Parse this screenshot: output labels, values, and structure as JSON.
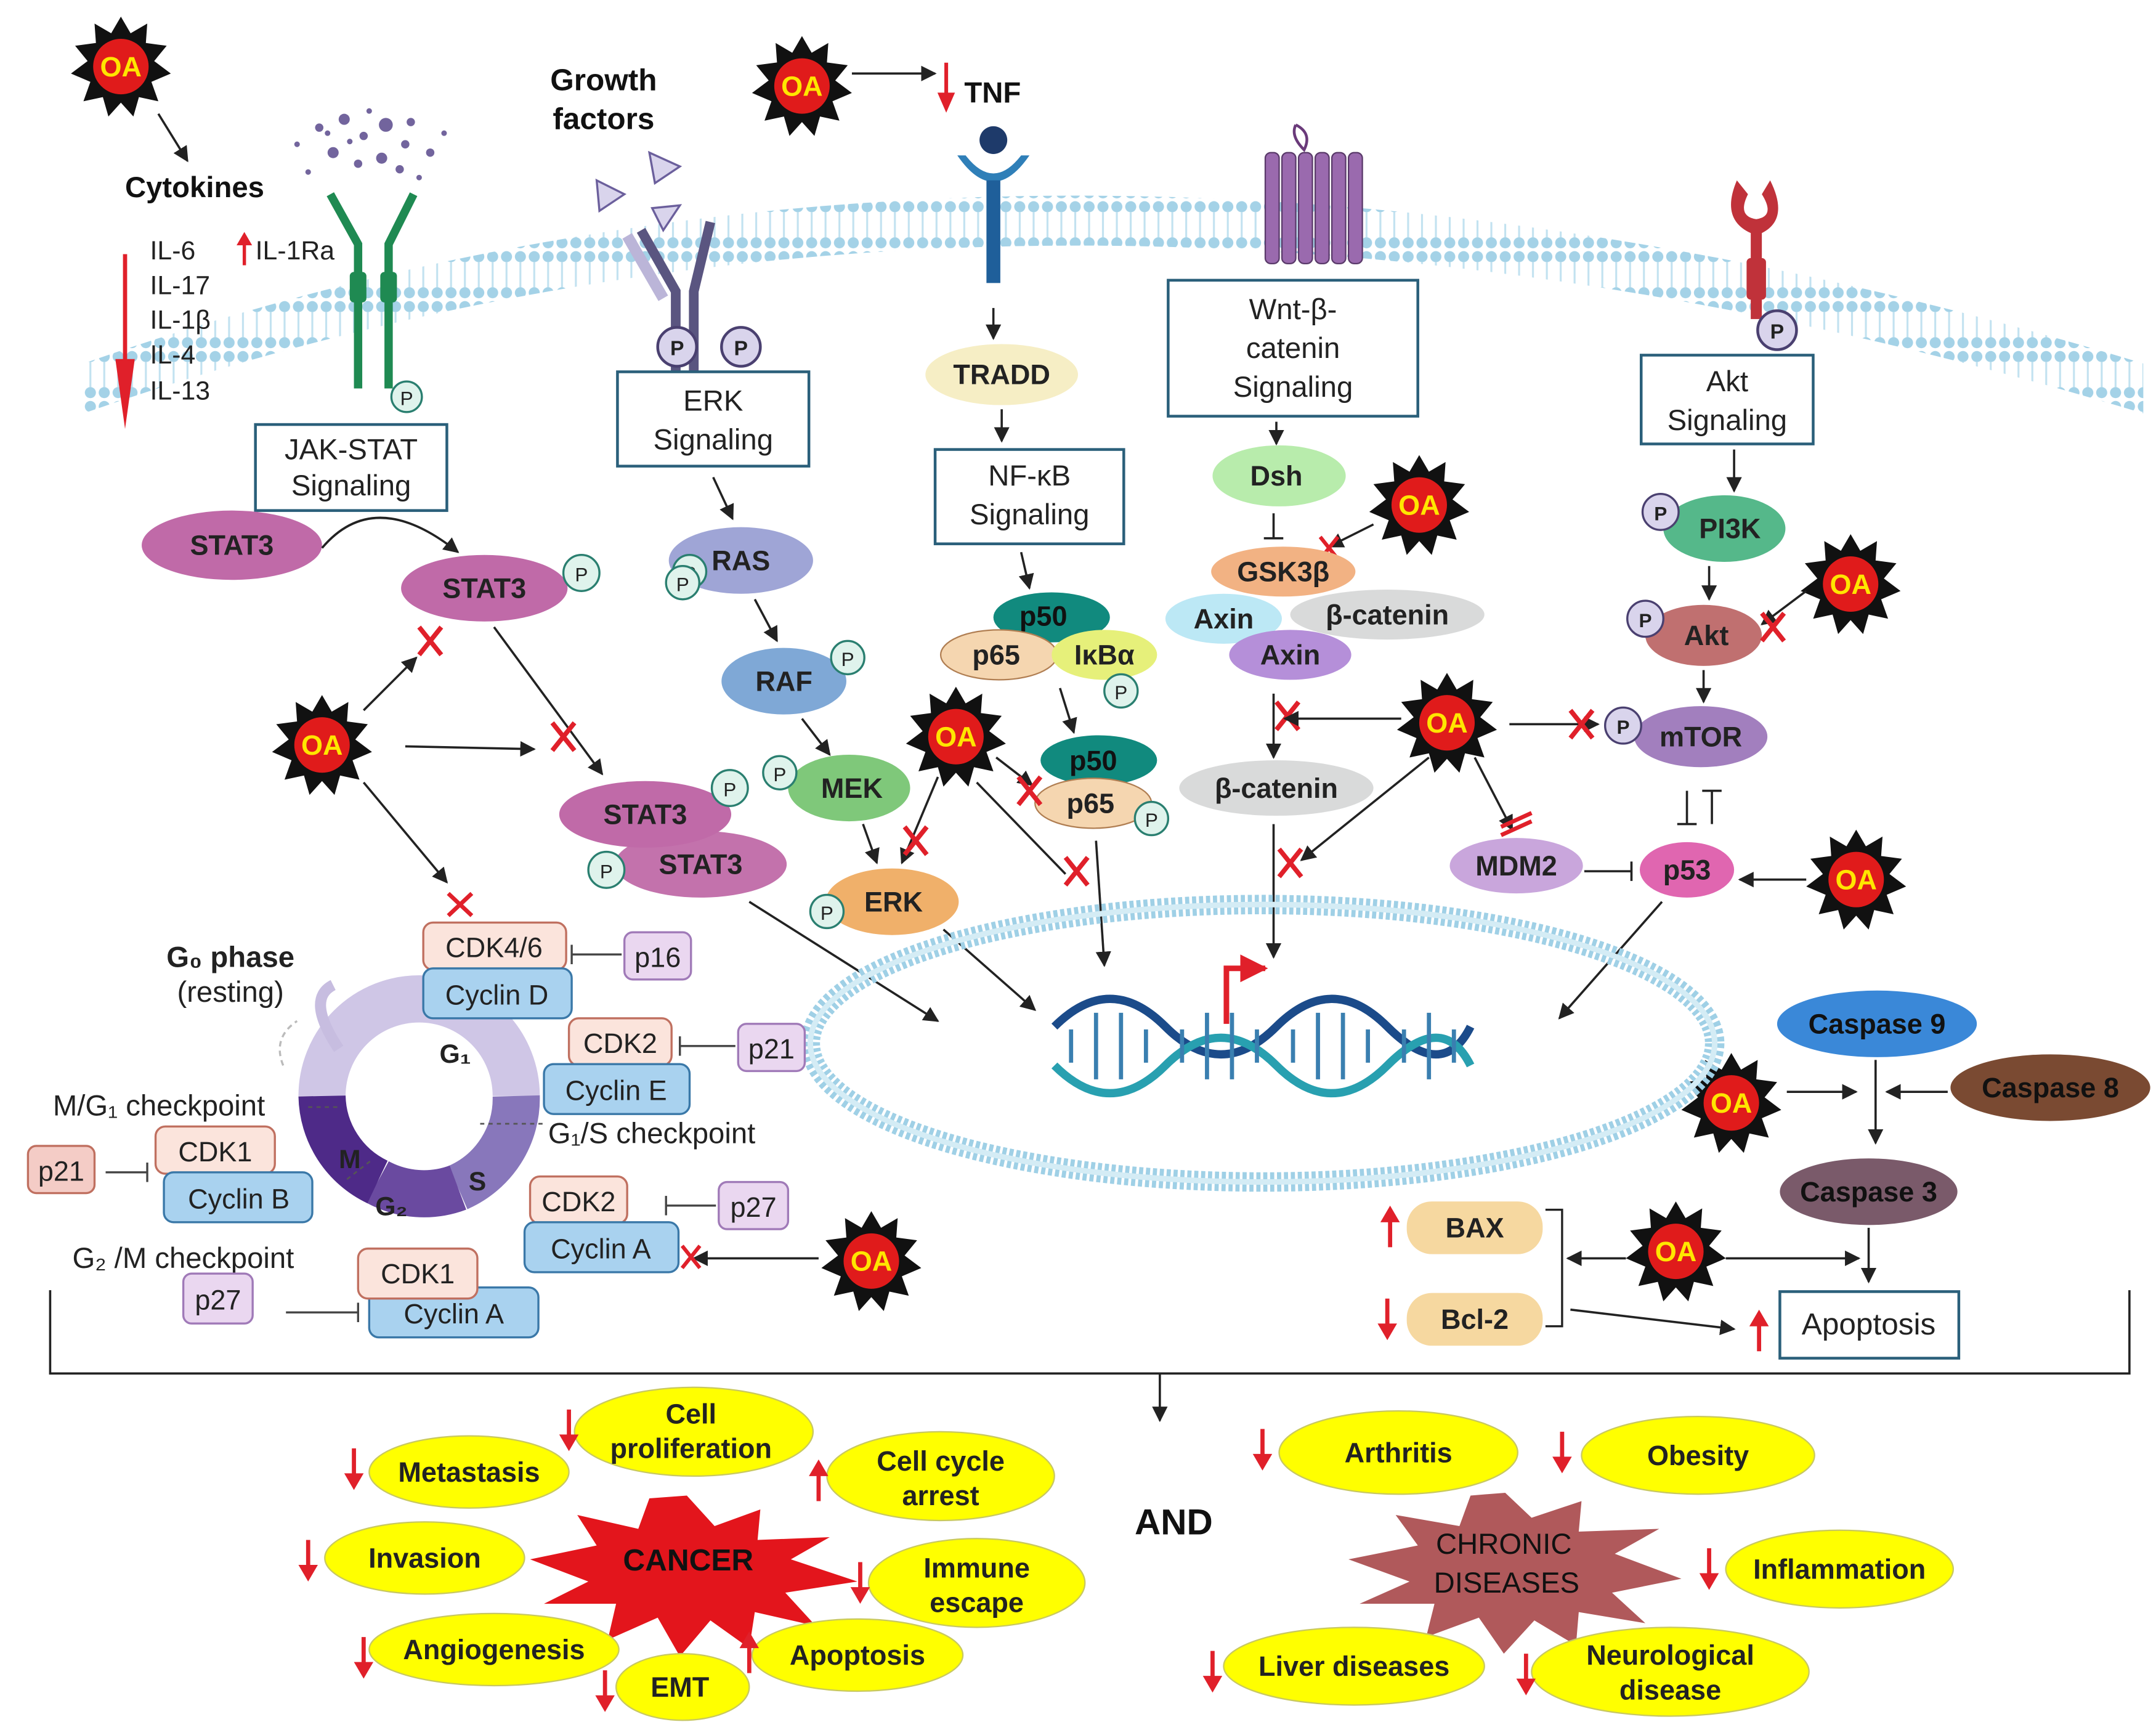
{
  "colors": {
    "oa_burst": "#111111",
    "oa_core": "#e01b1b",
    "oa_text": "#ffe600",
    "inhibit_red": "#e0202a",
    "membrane": "#9fd0e6",
    "outcome_yellow": "#ffff00",
    "cancer_red": "#e3151c",
    "chronic_brown": "#b0595b",
    "dna_blue": "#1b4b8a",
    "dna_teal": "#28a0b0"
  },
  "oa": {
    "label": "OA"
  },
  "cytokines": {
    "title": "Cytokines",
    "down_list": [
      "IL-6",
      "IL-17",
      "IL-1β",
      "IL-4",
      "IL-13"
    ],
    "up_label": "IL-1Ra"
  },
  "growth_factors": {
    "line1": "Growth",
    "line2": "factors"
  },
  "tnf": {
    "label": "TNF"
  },
  "boxes": {
    "jak": {
      "line1": "JAK-STAT",
      "line2": "Signaling"
    },
    "erk": {
      "line1": "ERK",
      "line2": "Signaling"
    },
    "nfkb": {
      "line1": "NF-κB",
      "line2": "Signaling"
    },
    "wnt": {
      "line1": "Wnt-β-",
      "line2": "catenin",
      "line3": "Signaling"
    },
    "akt": {
      "line1": "Akt",
      "line2": "Signaling"
    }
  },
  "phos": "P",
  "molecules": {
    "stat3": "STAT3",
    "ras": "RAS",
    "raf": "RAF",
    "mek": "MEK",
    "erk": "ERK",
    "tradd": "TRADD",
    "p50": "p50",
    "p65": "p65",
    "ikba": "IκBα",
    "dsh": "Dsh",
    "gsk3b": "GSK3β",
    "axin": "Axin",
    "bcatenin": "β-catenin",
    "pi3k": "PI3K",
    "akt": "Akt",
    "mtor": "mTOR",
    "mdm2": "MDM2",
    "p53": "p53"
  },
  "cell_cycle": {
    "g0_title": "G₀ phase",
    "g0_sub": "(resting)",
    "g1": "G₁",
    "s": "S",
    "g2": "G₂",
    "m": "M",
    "mg1_checkpoint": "M/G₁ checkpoint",
    "g1s_checkpoint": "G₁/S checkpoint",
    "g2m_checkpoint": "G₂ /M checkpoint",
    "cdk46": "CDK4/6",
    "cyclin_d": "Cyclin D",
    "cdk2": "CDK2",
    "cyclin_e": "Cyclin E",
    "cdk1": "CDK1",
    "cyclin_b": "Cyclin B",
    "cyclin_a": "Cyclin A",
    "p16": "p16",
    "p21": "p21",
    "p27": "p27"
  },
  "apoptosis": {
    "caspase9": "Caspase 9",
    "caspase8": "Caspase 8",
    "caspase3": "Caspase 3",
    "bax": "BAX",
    "bcl2": "Bcl-2",
    "apoptosis": "Apoptosis"
  },
  "outcomes": {
    "and": "AND",
    "cancer": "CANCER",
    "chronic_line1": "CHRONIC",
    "chronic_line2": "DISEASES",
    "metastasis": "Metastasis",
    "cell_prolif_1": "Cell",
    "cell_prolif_2": "proliferation",
    "cell_cycle_1": "Cell cycle",
    "cell_cycle_2": "arrest",
    "invasion": "Invasion",
    "immune_1": "Immune",
    "immune_2": "escape",
    "angiogenesis": "Angiogenesis",
    "emt": "EMT",
    "apoptosis": "Apoptosis",
    "arthritis": "Arthritis",
    "obesity": "Obesity",
    "inflammation": "Inflammation",
    "liver": "Liver diseases",
    "neuro_1": "Neurological",
    "neuro_2": "disease"
  }
}
